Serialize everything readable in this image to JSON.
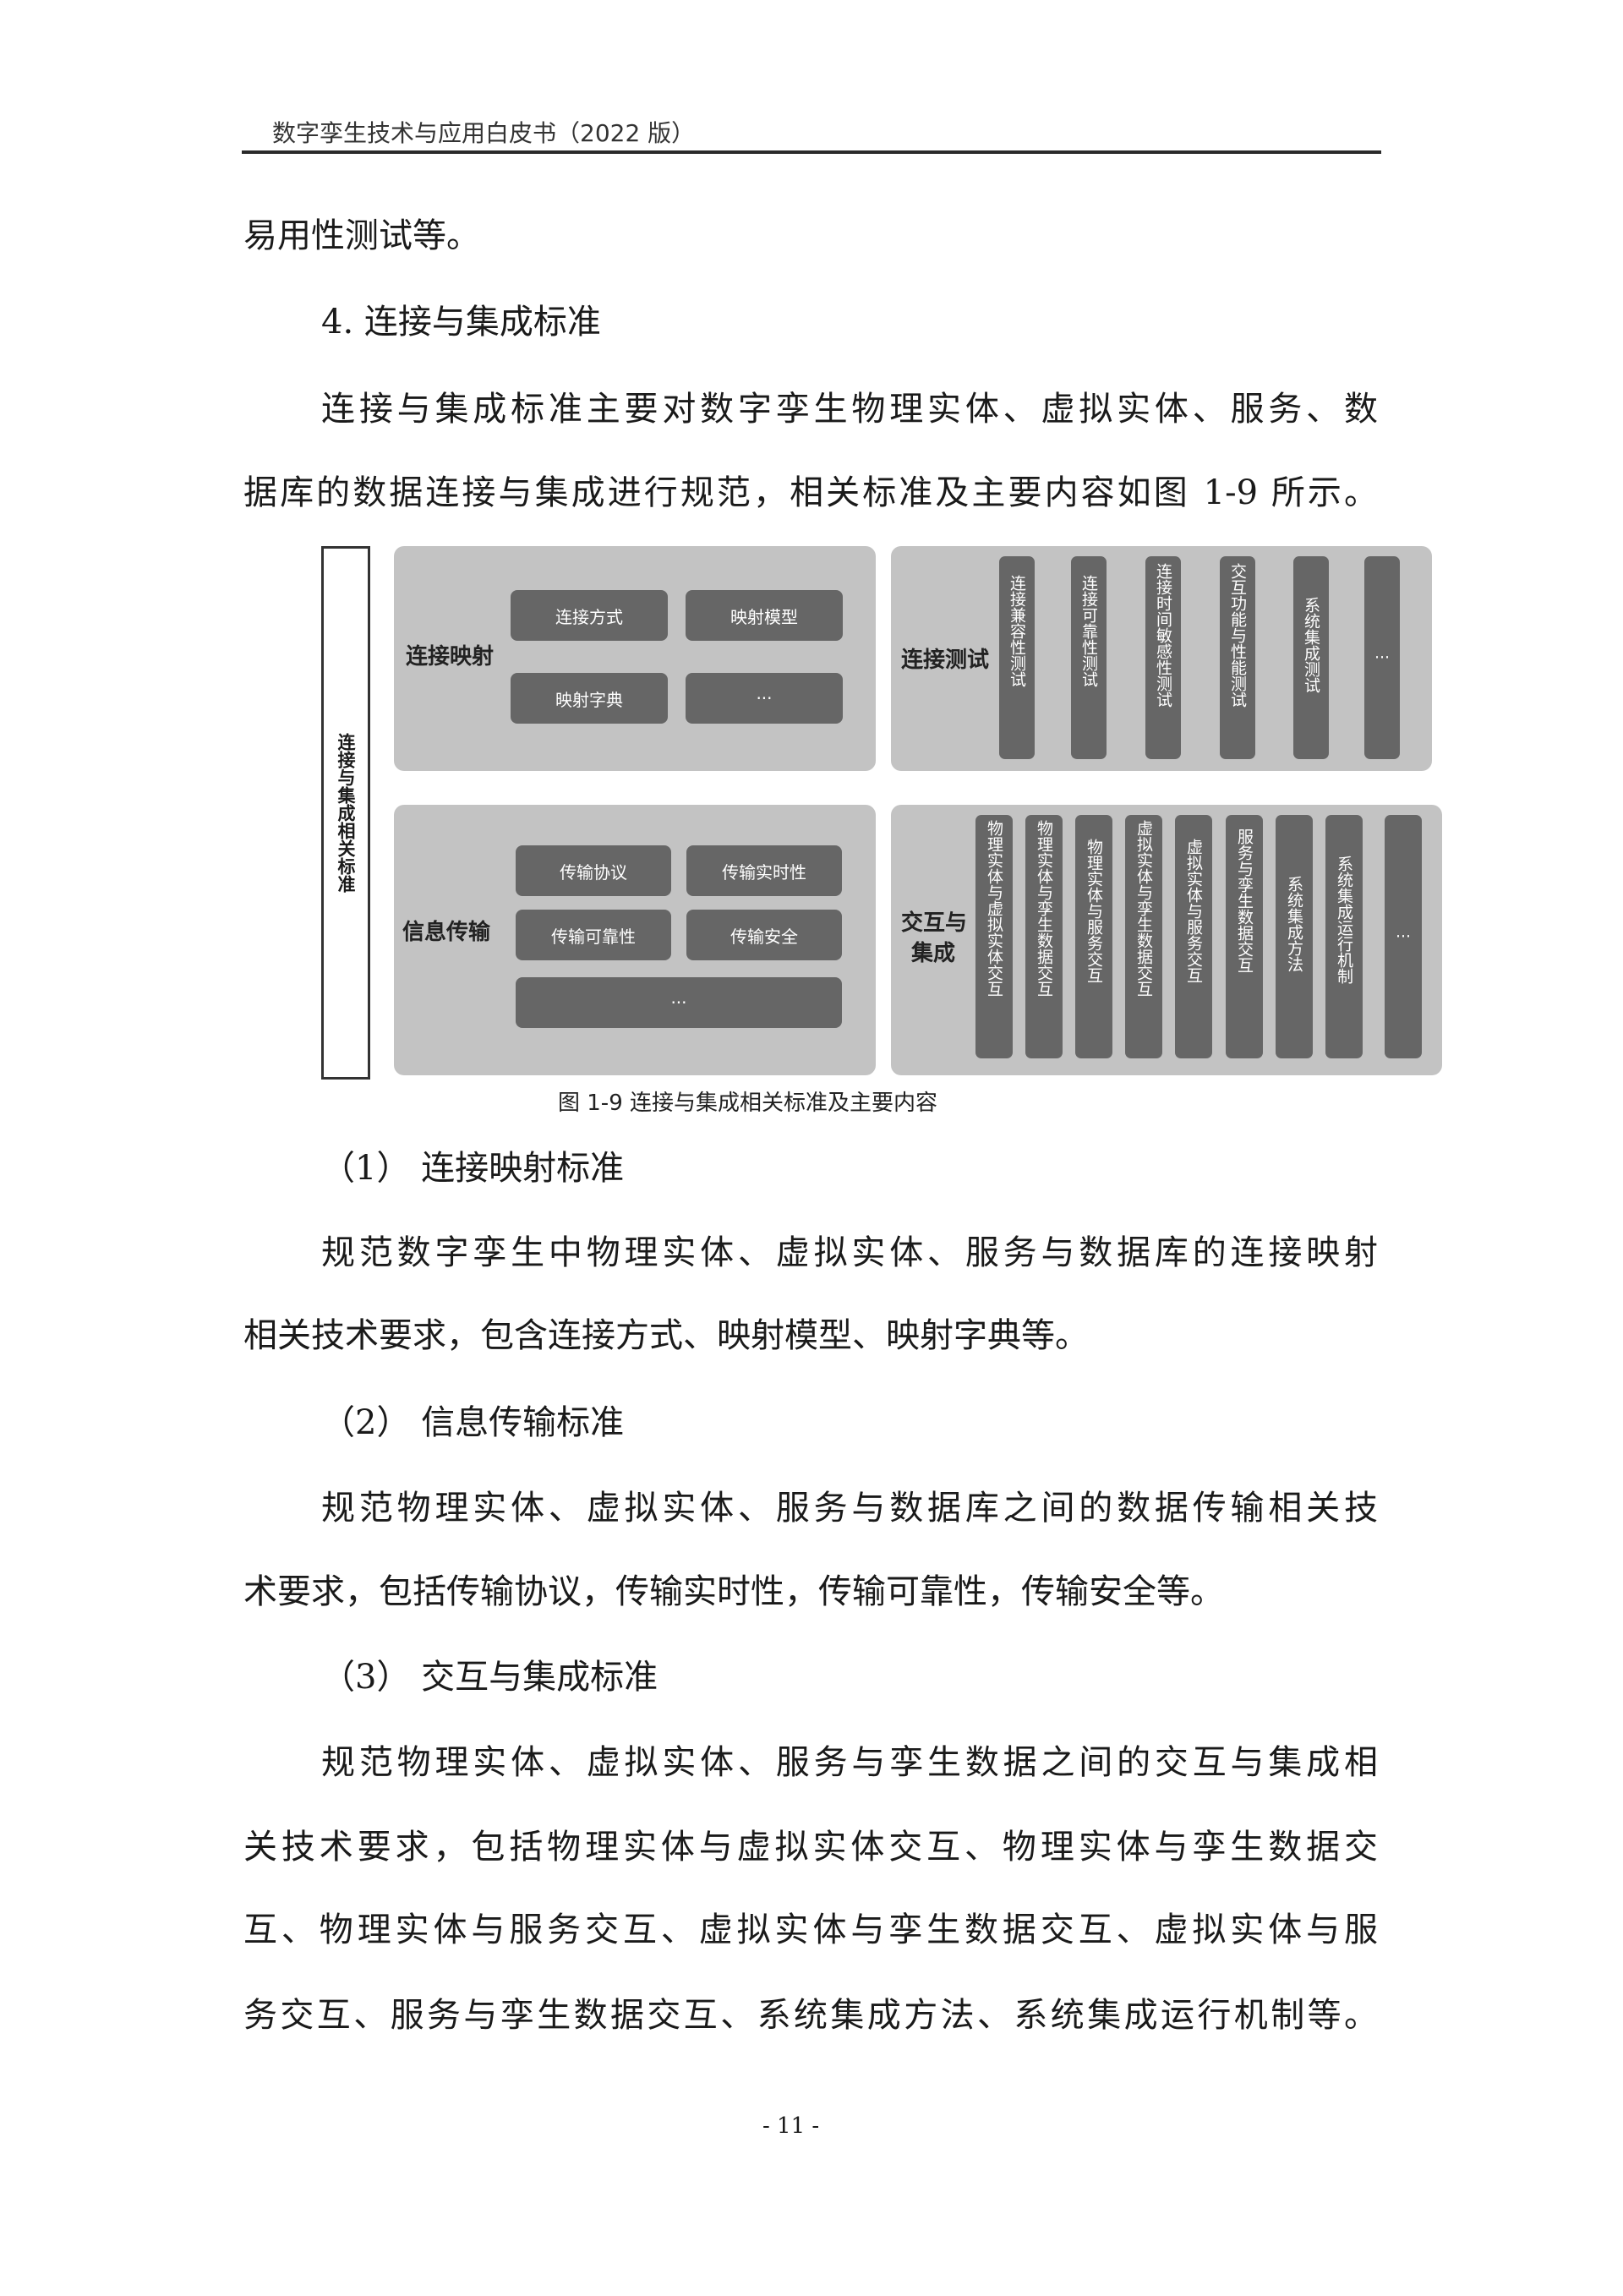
{
  "header": {
    "title": "数字孪生技术与应用白皮书（2022 版）"
  },
  "paragraphs": {
    "p0": "易用性测试等。",
    "h4": "4.  连接与集成标准",
    "p1a": "连接与集成标准主要对数字孪生物理实体、虚拟实体、服务、数",
    "p1b": "据库的数据连接与集成进行规范，相关标准及主要内容如图 1-9 所示。",
    "s1": "（1）  连接映射标准",
    "p2a": "规范数字孪生中物理实体、虚拟实体、服务与数据库的连接映射",
    "p2b": "相关技术要求，包含连接方式、映射模型、映射字典等。",
    "s2": "（2）  信息传输标准",
    "p3a": "规范物理实体、虚拟实体、服务与数据库之间的数据传输相关技",
    "p3b": "术要求，包括传输协议，传输实时性，传输可靠性，传输安全等。",
    "s3": "（3）  交互与集成标准",
    "p4a": "规范物理实体、虚拟实体、服务与孪生数据之间的交互与集成相",
    "p4b": "关技术要求，包括物理实体与虚拟实体交互、物理实体与孪生数据交",
    "p4c": "互、物理实体与服务交互、虚拟实体与孪生数据交互、虚拟实体与服",
    "p4d": "务交互、服务与孪生数据交互、系统集成方法、系统集成运行机制等。"
  },
  "figure": {
    "main_label": "连接与集成相关标准",
    "mapping": {
      "label": "连接映射",
      "items": [
        "连接方式",
        "映射模型",
        "映射字典",
        "···"
      ]
    },
    "testing": {
      "label": "连接测试",
      "items": [
        "连接兼容性测试",
        "连接可靠性测试",
        "连接时间敏感性测试",
        "交互功能与性能测试",
        "系统集成测试",
        "···"
      ]
    },
    "transmission": {
      "label": "信息传输",
      "items": [
        "传输协议",
        "传输实时性",
        "传输可靠性",
        "传输安全",
        "···"
      ]
    },
    "interaction": {
      "label_1": "交互与",
      "label_2": "集成",
      "items": [
        "物理实体与虚拟实体交互",
        "物理实体与孪生数据交互",
        "物理实体与服务交互",
        "虚拟实体与孪生数据交互",
        "虚拟实体与服务交互",
        "服务与孪生数据交互",
        "系统集成方法",
        "系统集成运行机制",
        "···"
      ]
    },
    "caption": "图 1-9 连接与集成相关标准及主要内容"
  },
  "footer": {
    "page_number": "- 11 -"
  },
  "colors": {
    "card": "#c3c3c3",
    "box": "#666666",
    "rule": "#2a2a2a"
  }
}
